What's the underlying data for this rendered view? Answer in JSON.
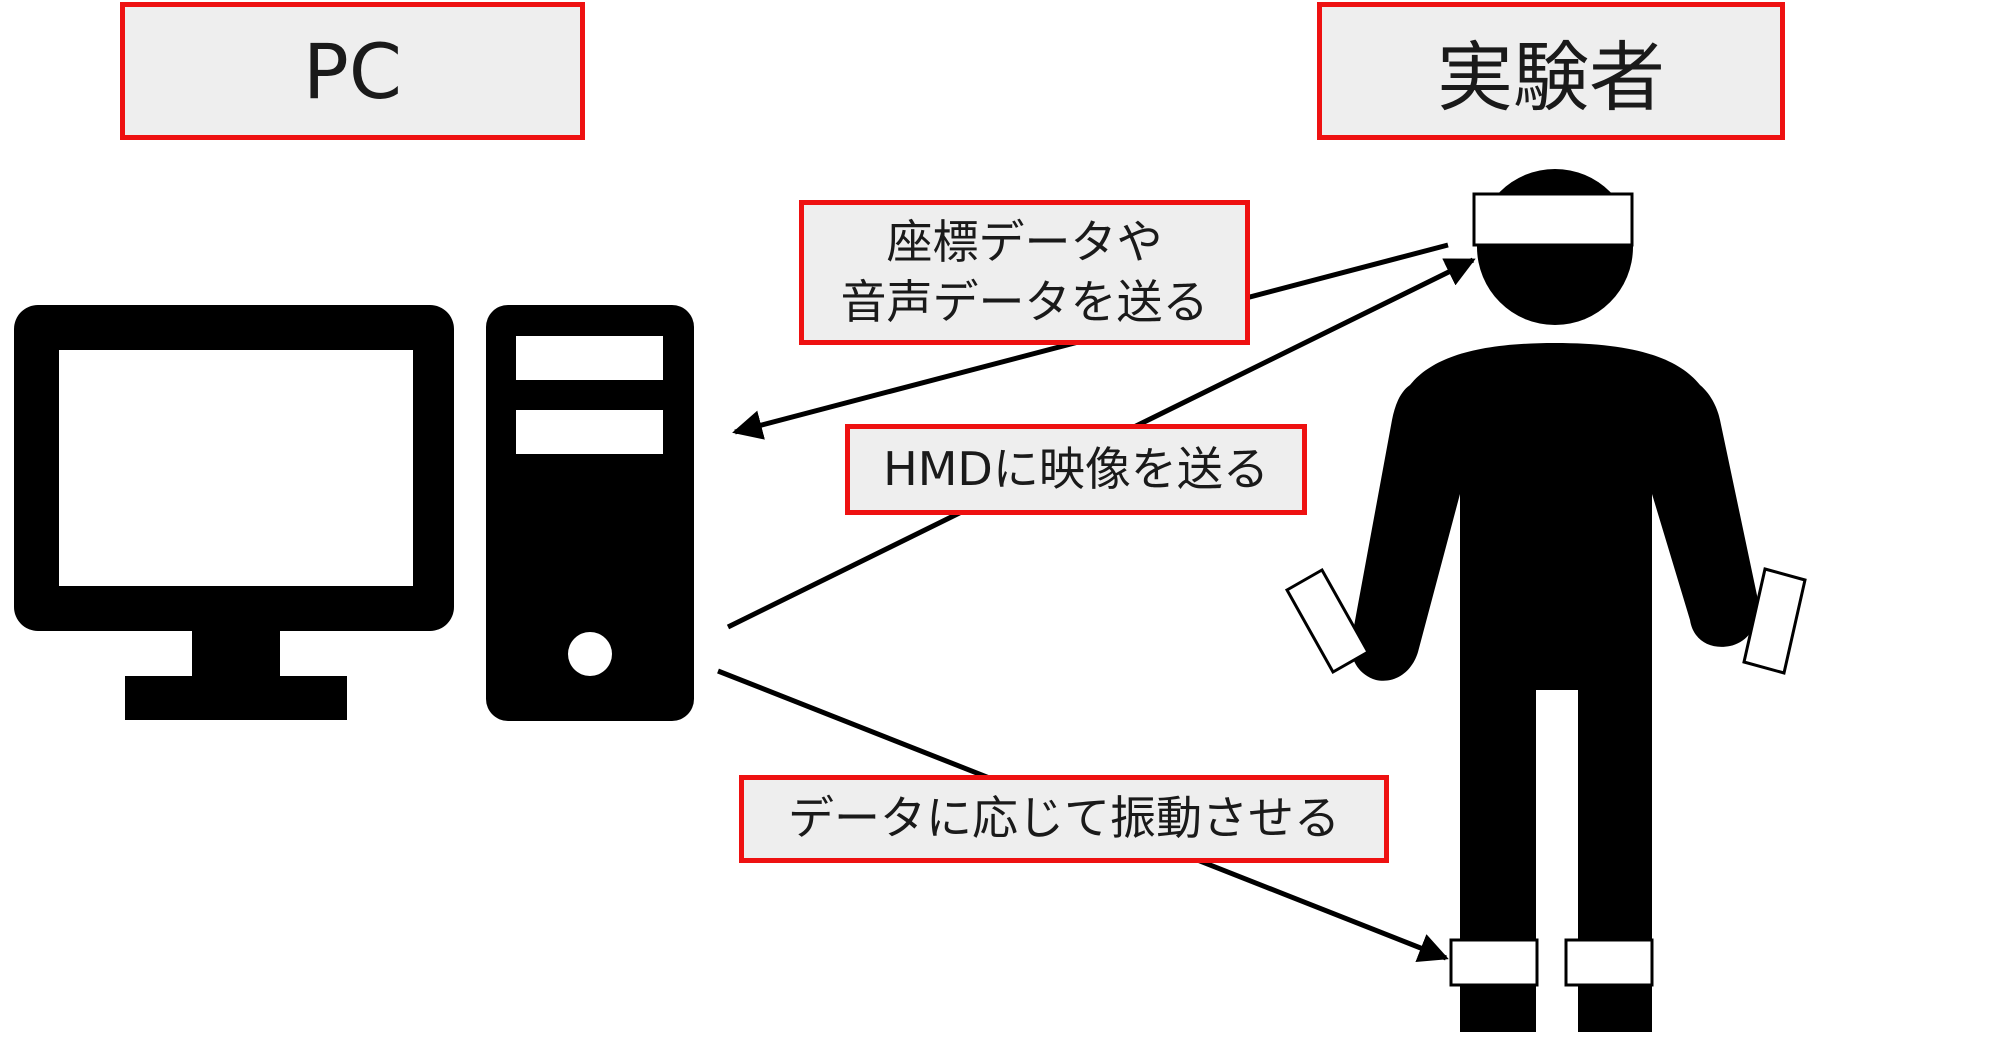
{
  "headers": {
    "pc": "PC",
    "subject": "実験者"
  },
  "arrows": {
    "coordinate_audio": {
      "line1": "座標データや",
      "line2": "音声データを送る"
    },
    "hmd_video": "HMDに映像を送る",
    "vibration": "データに応じて振動させる"
  },
  "colors": {
    "box_border": "#ee1111",
    "box_fill": "#eeeeee",
    "icon": "#000000"
  },
  "icons": [
    "computer-monitor-icon",
    "pc-tower-icon",
    "person-with-hmd-icon"
  ]
}
